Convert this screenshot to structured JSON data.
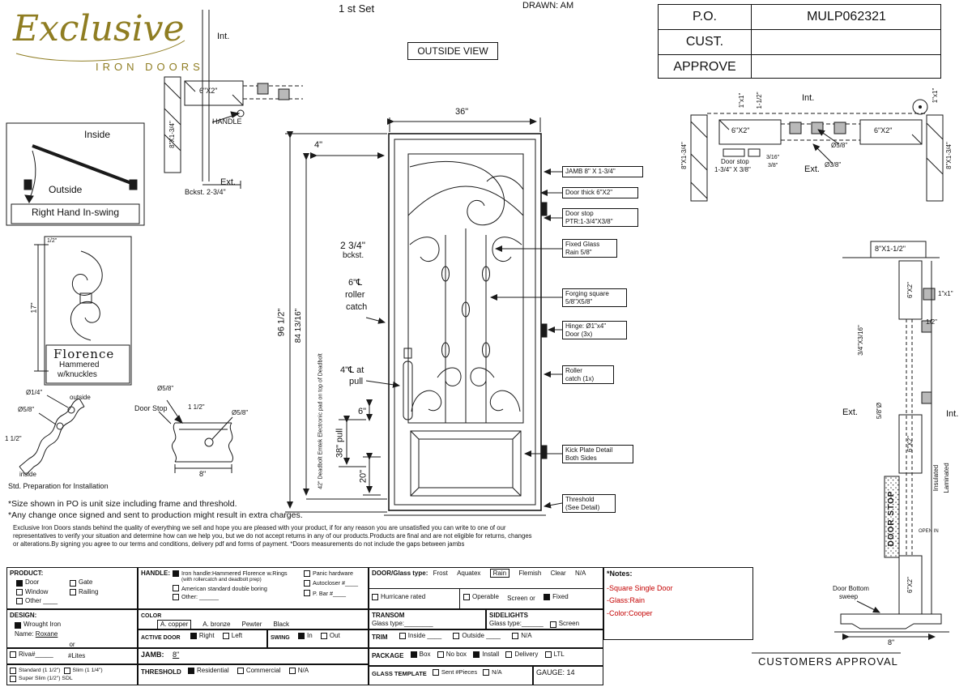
{
  "logo": {
    "title": "Exclusive",
    "subtitle": "IRON DOORS"
  },
  "header": {
    "set": "1 st Set",
    "drawn": "DRAWN: AM",
    "outside_view": "OUTSIDE VIEW"
  },
  "po": {
    "po_label": "P.O.",
    "po_value": "MULP062321",
    "cust_label": "CUST.",
    "approve_label": "APPROVE"
  },
  "swing_box": {
    "inside": "Inside",
    "outside": "Outside",
    "caption": "Right Hand In-swing"
  },
  "jamb_detail": {
    "int": "Int.",
    "ext": "Ext.",
    "tube": "6\"X2\"",
    "board": "8\"X1-3/4\"",
    "handle": "HANDLE",
    "backset": "Bckst. 2-3/4\""
  },
  "florence": {
    "dim": "17\"",
    "top_dim": "1/2\"",
    "name": "Florence",
    "line2": "Hammered",
    "line3": "w/knuckles"
  },
  "prep": {
    "hole1": "Ø1/4\"",
    "outside": "outside",
    "hole2": "Ø5/8\"",
    "thickness": "1 1/2\"",
    "inside": "inside",
    "caption": "Std. Preparation for Installation"
  },
  "doorstop": {
    "dia_top": "Ø5/8\"",
    "label": "Door Stop",
    "dim1": "1 1/2\"",
    "dia2": "Ø5/8\"",
    "width": "8\""
  },
  "door": {
    "w": "36\"",
    "d4": "4\"",
    "h1": "96 1/2\"",
    "h2": "84 13/16\"",
    "bckst1": "2 3/4\"",
    "bckst2": "bckst.",
    "rc1": "6\"℄",
    "rc2": "roller",
    "rc3": "catch",
    "pull1": "4\"℄ at",
    "pull2": "pull",
    "d6": "6\"",
    "pull38": "38\" pull",
    "d20": "20\"",
    "deadbolt": "42\" Deadbolt Emtek Electronic pad on top of Deadbolt"
  },
  "callouts": {
    "c1": "JAMB 8\" X 1-3/4\"",
    "c2": "Door thick 6\"X2\"",
    "c3a": "Door stop",
    "c3b": "PTR:1-3/4\"X3/8\"",
    "c4a": "Fixed Glass",
    "c4b": "Rain 5/8\"",
    "c5a": "Forging square",
    "c5b": "5/8\"X5/8\"",
    "c6a": "Hinge: Ø1\"x4\"",
    "c6b": "Door (3x)",
    "c7a": "Roller",
    "c7b": "catch  (1x)",
    "c8a": "Kick Plate Detail",
    "c8b": "Both Sides",
    "c9a": "Threshold",
    "c9b": "(See Detail)"
  },
  "sec_top": {
    "board_l": "8\"X1-3/4\"",
    "board_r": "8\"X1-3/4\"",
    "tube_l": "6\"X2\"",
    "tube_r": "6\"X2\"",
    "sq1": "1\"x1\"",
    "sq2": "1-1/2\"",
    "sq_r": "1\"x1\"",
    "int": "Int.",
    "ext": "Ext.",
    "stop1": "Door stop",
    "stop2": "1-3/4\" X 3/8\"",
    "d58": "Ø5/8\"",
    "d38": "Ø3/8\"",
    "f316": "3/16\"",
    "f38": "3/8\""
  },
  "sec_right": {
    "top_board": "8\"X1-1/2\"",
    "sq": "1\"x1\"",
    "half": "1/2\"",
    "tube1": "6\"X2\"",
    "tube2": "6\"X2\"",
    "tube3": "6\"X2\"",
    "bar": "3/4\"X3/16\"",
    "ext": "Ext.",
    "int": "Int.",
    "dia": "5/8\"Ø",
    "ins1": "Insulated",
    "ins2": "Laminated",
    "doorstop": "DOOR STOP",
    "openin": "OPEN IN",
    "sweep1": "Door Bottom",
    "sweep2": "sweep",
    "w8": "8\""
  },
  "approval": "CUSTOMERS APPROVAL",
  "disclaimer": {
    "l1": "*Size shown in PO is unit size including frame and threshold.",
    "l2": "*Any change once signed and sent to production might result in extra charges.",
    "p1": "Exclusive Iron Doors stands behind the quality of everything we sell and hope you are pleased with your product, if for any reason you are unsatisfied you can write to one of our",
    "p2": "representatives to verify your situation and determine how can we help you, but we do not accept returns in any of our products.Products are final and are not eligible for returns, changes",
    "p3": "or alterations.By signing you agree to our terms and conditions, delivery pdf and forms of payment. *Doors measurements do not include the gaps between jambs"
  },
  "form": {
    "product": {
      "label": "PRODUCT:",
      "door": "Door",
      "gate": "Gate",
      "window": "Window",
      "railing": "Railing",
      "other": "Other ____"
    },
    "handle": {
      "label": "HANDLE:",
      "opt1": "Iron handle:Hammered Florence w.Rings",
      "opt1b": "(with rollercatch and deadbolt prep)",
      "opt2": "American standard double boring",
      "opt3": "Other: ______",
      "panic": "Panic hardware",
      "autocloser": "Autocloser #____",
      "pbar": "P. Bar #____"
    },
    "glass": {
      "label": "DOOR/Glass type:",
      "frost": "Frost",
      "aquatex": "Aquatex",
      "rain": "Rain",
      "flemish": "Flemish",
      "clear": "Clear",
      "na": "N/A",
      "hurricane": "Hurricane rated",
      "operable": "Operable",
      "screen_or": "Screen or",
      "fixed": "Fixed"
    },
    "color": {
      "label": "COLOR",
      "c1": "A. copper",
      "c2": "A. bronze",
      "c3": "Pewter",
      "c4": "Black"
    },
    "transom": {
      "label": "TRANSOM",
      "glass_type": "Glass type:________"
    },
    "sidelights": {
      "label": "SIDELIGHTS",
      "glass_type": "Glass type:______",
      "screen": "Screen"
    },
    "design": {
      "label": "DESIGN:",
      "opt": "Wrought Iron",
      "name_label": "Name:",
      "name": "Roxane",
      "or": "or"
    },
    "active": {
      "label": "ACTIVE DOOR",
      "right": "Right",
      "left": "Left"
    },
    "swing": {
      "label": "SWING",
      "in": "In",
      "out": "Out"
    },
    "trim": {
      "label": "TRIM",
      "inside": "Inside ____",
      "outside": "Outside ____",
      "na": "N/A"
    },
    "riva": {
      "opt": "Riva#_____",
      "lites": "#Lites"
    },
    "jamb": {
      "label": "JAMB:",
      "value": "8\""
    },
    "package": {
      "label": "PACKAGE",
      "box": "Box",
      "nobox": "No box",
      "install": "Install",
      "delivery": "Delivery",
      "ltl": "LTL"
    },
    "sizes": {
      "s1": "Standard (1 1/2\")",
      "s2": "Slim (1 1/4\")",
      "s3": "Super Slim (1/2\") SDL"
    },
    "threshold": {
      "label": "THRESHOLD",
      "res": "Residential",
      "com": "Commercial",
      "na": "N/A"
    },
    "template": {
      "label": "GLASS TEMPLATE",
      "sent": "Sent #Pieces",
      "na": "N/A"
    },
    "gauge": "GAUGE: 14",
    "notes": {
      "label": "*Notes:",
      "n1": "-Square Single Door",
      "n2": "-Glass:Rain",
      "n3": "-Color:Cooper"
    }
  },
  "checks": {
    "door": true,
    "handle1": true,
    "rain_sel": true,
    "fixed": true,
    "copper_sel": true,
    "wrought": true,
    "right": true,
    "in": true,
    "box": true,
    "install": true,
    "residential": true
  }
}
